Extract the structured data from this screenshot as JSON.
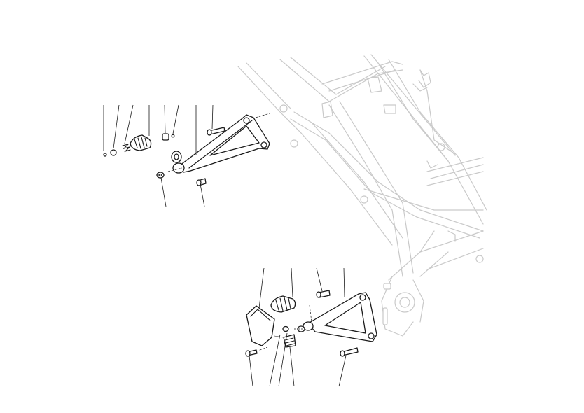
{
  "diagram": {
    "view": "exploded-parts-diagram",
    "assemblies": [
      {
        "id": "upper-footpeg-assembly",
        "callout_count": 10
      },
      {
        "id": "lower-footpeg-assembly",
        "callout_count": 9
      }
    ],
    "background": "motorcycle-frame-outline",
    "colors": {
      "parts": "#1a1a1a",
      "frame": "#c9c9c9",
      "background": "#ffffff"
    }
  }
}
